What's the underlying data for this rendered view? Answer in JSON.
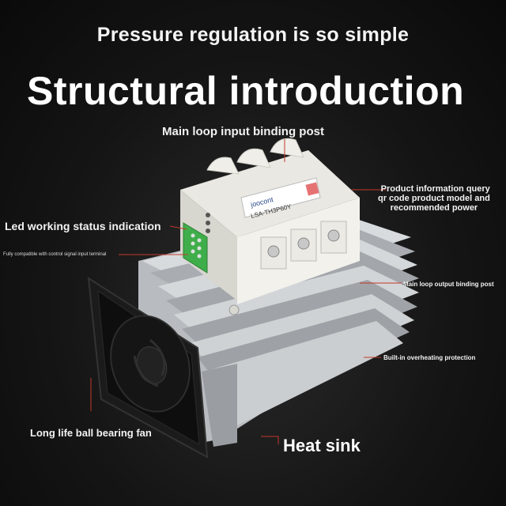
{
  "header": {
    "subtitle": "Pressure regulation is so simple",
    "title": "Structural introduction"
  },
  "callouts": {
    "main_input": "Main loop input binding post",
    "qr_line1": "Product information query",
    "qr_line2": "qr code product model and",
    "qr_line3": "recommended power",
    "led": "Led working status indication",
    "compat": "Fully compatible with control signal input terminal",
    "main_output": "Main loop output binding post",
    "overheat": "Built-in overheating protection",
    "fan": "Long life ball bearing fan",
    "heat_sink": "Heat sink"
  },
  "product": {
    "brand": "joocont",
    "model": "LSA-TH3P60Y"
  },
  "colors": {
    "callout_line": "#c0392b",
    "module_body": "#f2f1ec",
    "terminal_block": "#3fae4a",
    "heatsink": "#c9ccd0",
    "fan_frame": "#1b1b1b"
  }
}
